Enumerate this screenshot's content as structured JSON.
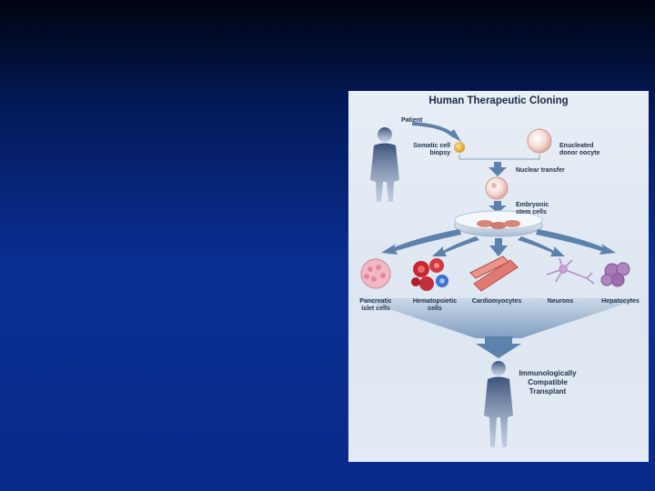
{
  "figure": {
    "title": "Human Therapeutic Cloning",
    "patient_label": "Patient",
    "somatic_label": "Somatic cell\nbiopsy",
    "oocyte_label": "Enucleated\ndonor oocyte",
    "nuclear_transfer_label": "Nuclear transfer",
    "embryonic_label": "Embryonic\nstem cells",
    "cell_types": [
      {
        "label": "Pancreatic\nislet cells"
      },
      {
        "label": "Hematopoietic\ncells"
      },
      {
        "label": "Cardiomyocytes"
      },
      {
        "label": "Neurons"
      },
      {
        "label": "Hepatocytes"
      }
    ],
    "transplant_label": "Immunologically\nCompatible\nTransplant"
  },
  "colors": {
    "background_top": "#000410",
    "background_bottom": "#0a2a8a",
    "figure_bg": "#e4ebf4",
    "arrow": "#5c82ab",
    "silhouette": "#4a5f86",
    "label_text": "#1f2f4a"
  }
}
